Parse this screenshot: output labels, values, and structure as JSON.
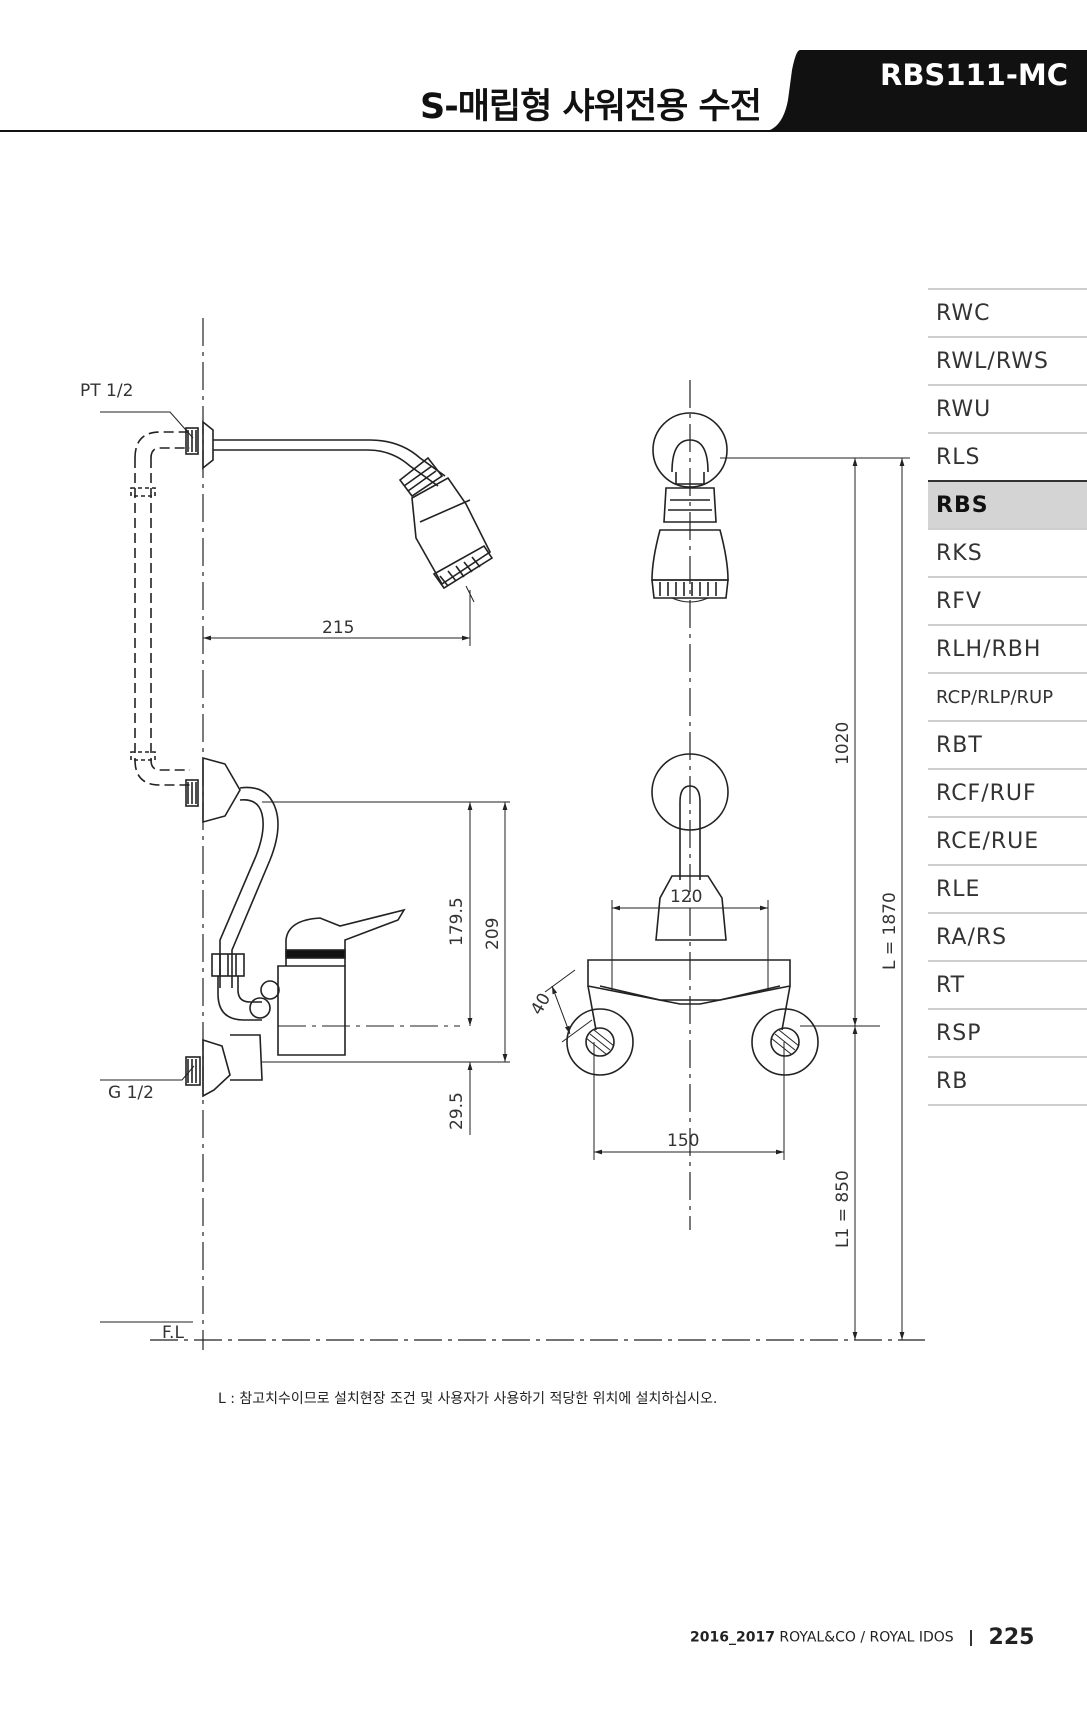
{
  "header": {
    "title": "S-매립형 샤워전용 수전",
    "model": "RBS111-MC"
  },
  "nav": {
    "items": [
      "RWC",
      "RWL/RWS",
      "RWU",
      "RLS",
      "RBS",
      "RKS",
      "RFV",
      "RLH/RBH",
      "RCP/RLP/RUP",
      "RBT",
      "RCF/RUF",
      "RCE/RUE",
      "RLE",
      "RA/RS",
      "RT",
      "RSP",
      "RB"
    ],
    "active": "RBS"
  },
  "diagram": {
    "labels": {
      "pt": "PT 1/2",
      "g": "G 1/2",
      "fl": "F.L"
    },
    "dimensions": {
      "d215": "215",
      "d120": "120",
      "d150": "150",
      "d40": "40",
      "d1795": "179.5",
      "d209": "209",
      "d295": "29.5",
      "d1020": "1020",
      "dL": "L = 1870",
      "dL1": "L1 = 850"
    }
  },
  "note": "L : 참고치수이므로 설치현장 조건 및 사용자가 사용하기 적당한 위치에 설치하십시오.",
  "footer": {
    "years": "2016_2017",
    "brands": "ROYAL&CO / ROYAL IDOS",
    "page": "225"
  },
  "colors": {
    "ink": "#111111",
    "nav_active_bg": "#d4d4d4",
    "nav_divider": "#cfcfcf"
  }
}
